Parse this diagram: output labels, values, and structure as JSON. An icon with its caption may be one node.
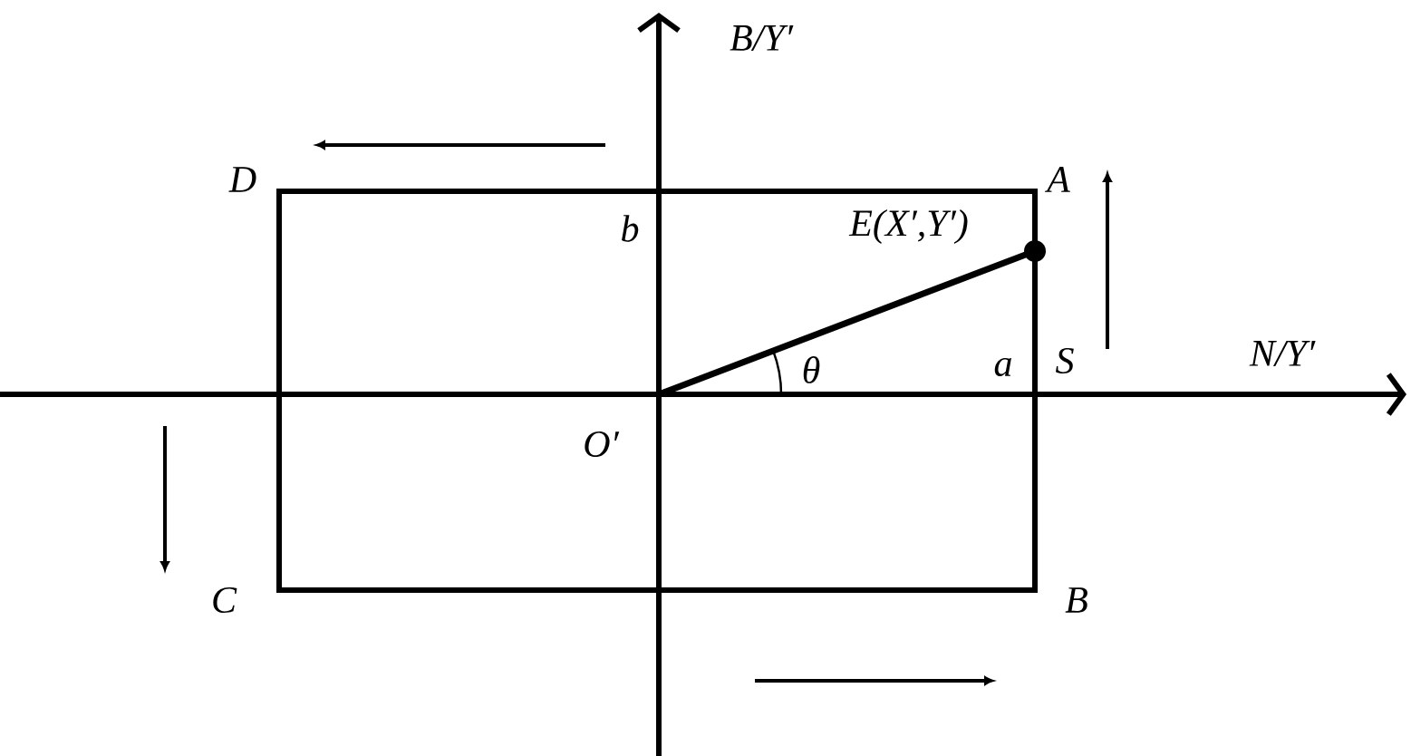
{
  "diagram": {
    "labels": [
      "B/Y′",
      "D",
      "A",
      "b",
      "E(X′,Y′)",
      "θ",
      "a",
      "S",
      "N/Y′",
      "O′",
      "C",
      "B"
    ]
  }
}
